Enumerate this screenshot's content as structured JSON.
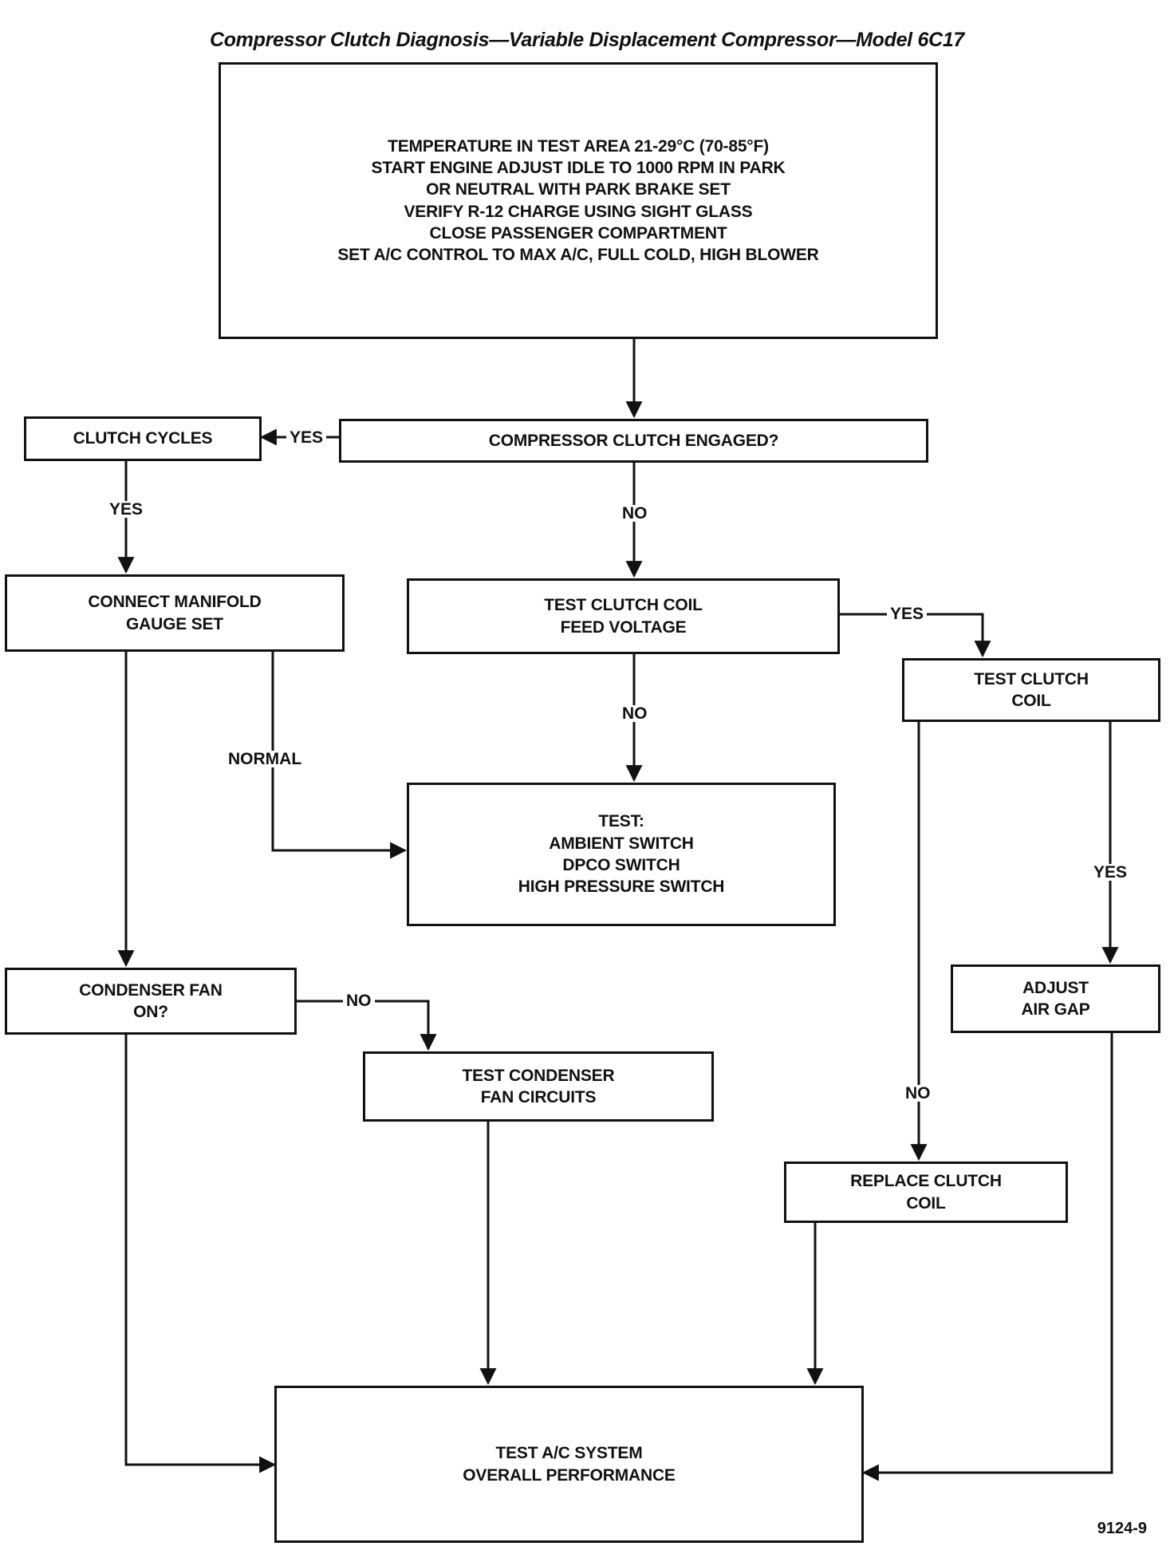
{
  "title": "Compressor Clutch Diagnosis—Variable Displacement Compressor—Model 6C17",
  "figure_number": "9124-9",
  "boxes": {
    "start": [
      "TEMPERATURE IN TEST AREA 21-29°C (70-85°F)",
      "START ENGINE ADJUST IDLE TO 1000 RPM IN PARK",
      "OR NEUTRAL WITH PARK BRAKE SET",
      "VERIFY R-12 CHARGE USING SIGHT GLASS",
      "CLOSE PASSENGER COMPARTMENT",
      "SET A/C CONTROL TO MAX A/C, FULL COLD, HIGH BLOWER"
    ],
    "engaged": [
      "COMPRESSOR CLUTCH ENGAGED?"
    ],
    "cycles": [
      "CLUTCH CYCLES"
    ],
    "manifold": [
      "CONNECT MANIFOLD",
      "GAUGE SET"
    ],
    "feed": [
      "TEST CLUTCH COIL",
      "FEED VOLTAGE"
    ],
    "coil": [
      "TEST CLUTCH",
      "COIL"
    ],
    "switches": [
      "TEST:",
      "AMBIENT SWITCH",
      "DPCO SWITCH",
      "HIGH PRESSURE SWITCH"
    ],
    "fan_on": [
      "CONDENSER FAN",
      "ON?"
    ],
    "fan_circuits": [
      "TEST CONDENSER",
      "FAN CIRCUITS"
    ],
    "air_gap": [
      "ADJUST",
      "AIR GAP"
    ],
    "replace": [
      "REPLACE CLUTCH",
      "COIL"
    ],
    "overall": [
      "TEST A/C SYSTEM",
      "OVERALL PERFORMANCE"
    ]
  },
  "labels": {
    "yes_engaged": "YES",
    "no_engaged": "NO",
    "yes_cycles": "YES",
    "normal": "NORMAL",
    "yes_feed": "YES",
    "no_feed": "NO",
    "yes_coil": "YES",
    "no_coil": "NO",
    "no_fan": "NO"
  }
}
